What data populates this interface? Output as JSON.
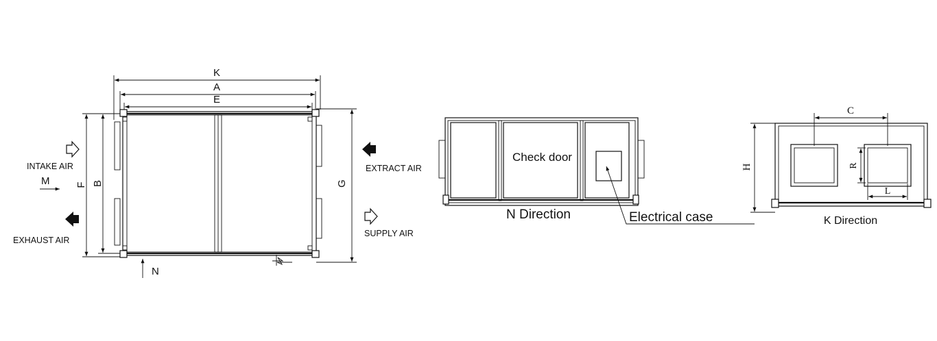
{
  "top_view": {
    "dim_K": "K",
    "dim_A": "A",
    "dim_E": "E",
    "dim_F": "F",
    "dim_B": "B",
    "dim_G": "G",
    "label_M": "M",
    "label_N": "N",
    "intake_air": "INTAKE AIR",
    "exhaust_air": "EXHAUST AIR",
    "extract_air": "EXTRACT AIR",
    "supply_air": "SUPPLY AIR"
  },
  "n_view": {
    "check_door": "Check door",
    "caption": "N Direction",
    "electrical_case": "Electrical case"
  },
  "k_view": {
    "dim_C": "C",
    "dim_H": "H",
    "dim_R": "R",
    "dim_L": "L",
    "caption": "K Direction"
  }
}
